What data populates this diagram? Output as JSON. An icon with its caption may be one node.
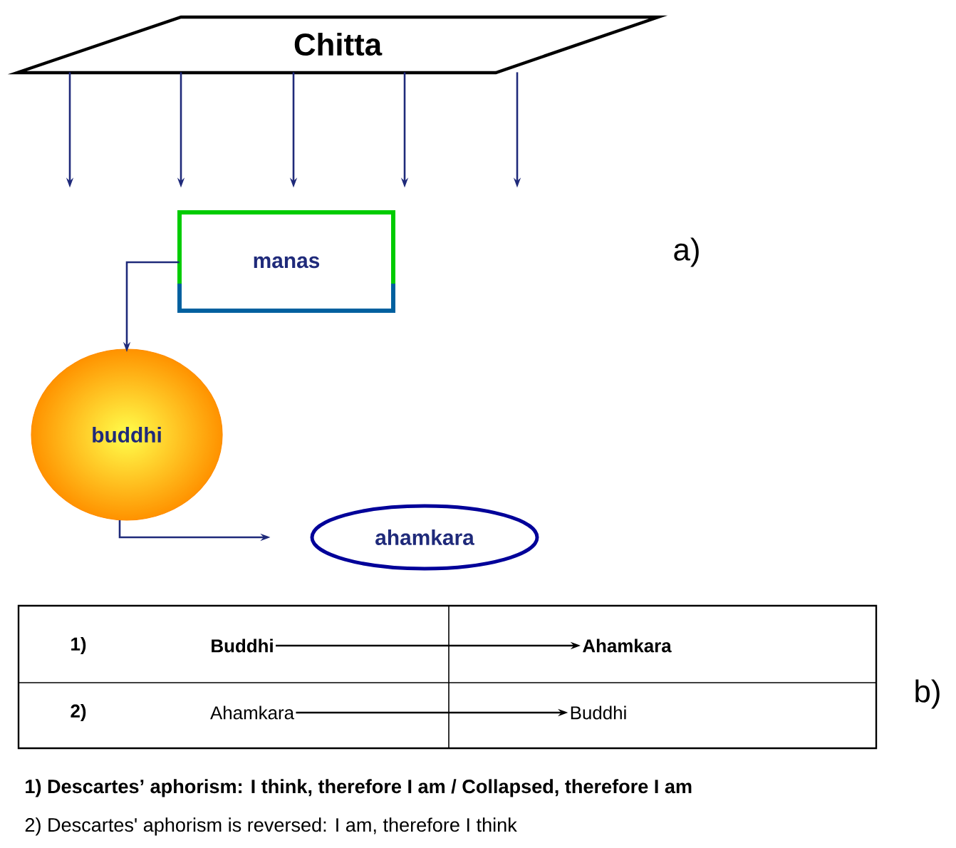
{
  "diagram": {
    "nodes": [
      {
        "text": [
          "Chitta"
        ]
      },
      {
        "text": [
          "manas"
        ]
      },
      {
        "text": [
          "buddhi"
        ]
      },
      {
        "text": [
          "ahamkara"
        ]
      },
      {
        "text": [
          "Buddhi"
        ]
      },
      {
        "text": [
          "Ahamkara"
        ]
      },
      {
        "text": [
          "Ahamkara"
        ]
      },
      {
        "text": [
          "Buddhi"
        ]
      }
    ],
    "edges": [
      {
        "from": 0,
        "to": null,
        "arrow": "to"
      },
      {
        "from": 0,
        "to": null,
        "arrow": "to"
      },
      {
        "from": 0,
        "to": null,
        "arrow": "to"
      },
      {
        "from": 0,
        "to": null,
        "arrow": "to"
      },
      {
        "from": 0,
        "to": null,
        "arrow": "to"
      },
      {
        "from": 1,
        "to": 2,
        "arrow": "to"
      },
      {
        "from": 2,
        "to": 3,
        "arrow": "to"
      },
      {
        "from": 4,
        "to": 5,
        "arrow": "to",
        "color": "#000000"
      },
      {
        "from": 6,
        "to": 7,
        "arrow": "to",
        "color": "#000000"
      }
    ],
    "labels": [
      "a)",
      "1)",
      "2)",
      "b)",
      "1) Descartes’ aphorism: I think, therefore I am / Collapsed, therefore I am",
      "2) Descartes' aphorism is reversed:  I am, therefore I think"
    ]
  }
}
